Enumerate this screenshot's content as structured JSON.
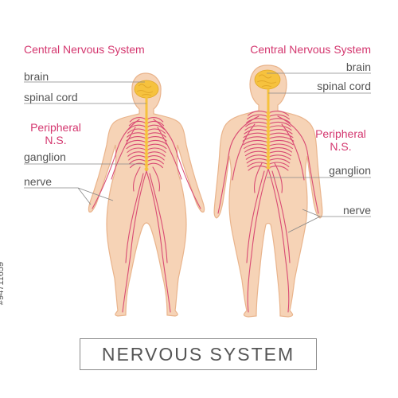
{
  "colors": {
    "skin": "#f6d3b6",
    "skin_outline": "#e9b48c",
    "nerve": "#d94b74",
    "brain": "#f6c23e",
    "cord": "#f6c23e",
    "label_pink": "#d4376f",
    "label_gray": "#555555",
    "leader_line": "#888888"
  },
  "left_figure": {
    "cns_label": "Central Nervous  System",
    "brain_label": "brain",
    "spinal_cord_label": "spinal cord",
    "pns_label_line1": "Peripheral",
    "pns_label_line2": "N.S.",
    "ganglion_label": "ganglion",
    "nerve_label": "nerve"
  },
  "right_figure": {
    "cns_label": "Central Nervous  System",
    "brain_label": "brain",
    "spinal_cord_label": "spinal cord",
    "pns_label_line1": "Peripheral",
    "pns_label_line2": "N.S.",
    "ganglion_label": "ganglion",
    "nerve_label": "nerve"
  },
  "title": "NERVOUS  SYSTEM",
  "side_id": "#94711659"
}
